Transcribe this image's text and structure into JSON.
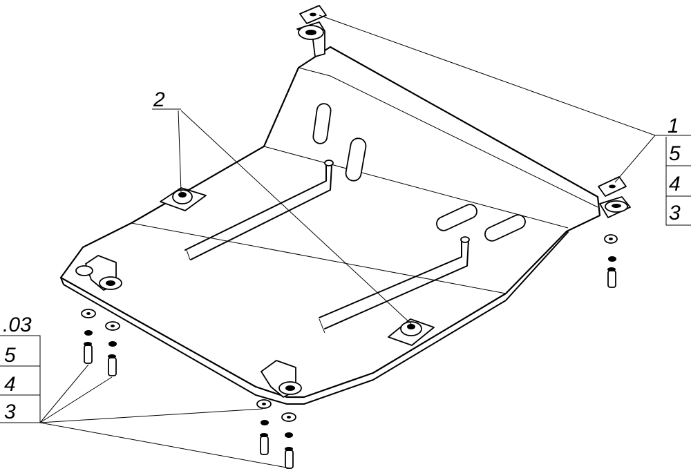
{
  "callouts": {
    "top_right": {
      "item": "1",
      "rows": [
        "5",
        "4",
        "3"
      ]
    },
    "center": {
      "item": "2"
    },
    "bottom_left": {
      "item": ".03",
      "rows": [
        "5",
        "4",
        "3"
      ]
    }
  },
  "colors": {
    "line": "#000000",
    "background": "#ffffff"
  }
}
